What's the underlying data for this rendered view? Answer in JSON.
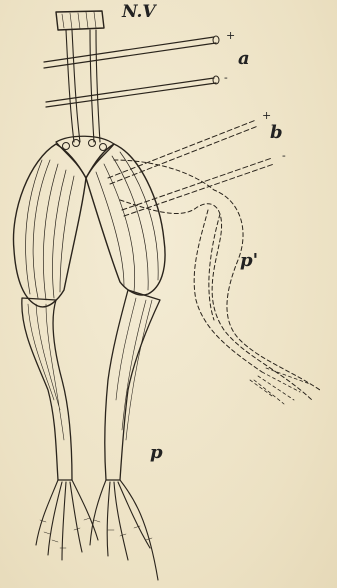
{
  "figure": {
    "labels": {
      "nerve": "N.V",
      "electrode_pair_a": "a",
      "electrode_pair_b": "b",
      "contracted_leg": "p'",
      "relaxed_leg": "p"
    },
    "signs": {
      "a_positive": "+",
      "a_negative": "-",
      "b_positive": "+",
      "b_negative": "-"
    },
    "colors": {
      "paper": "#efe6cc",
      "ink": "#2a241c"
    }
  }
}
